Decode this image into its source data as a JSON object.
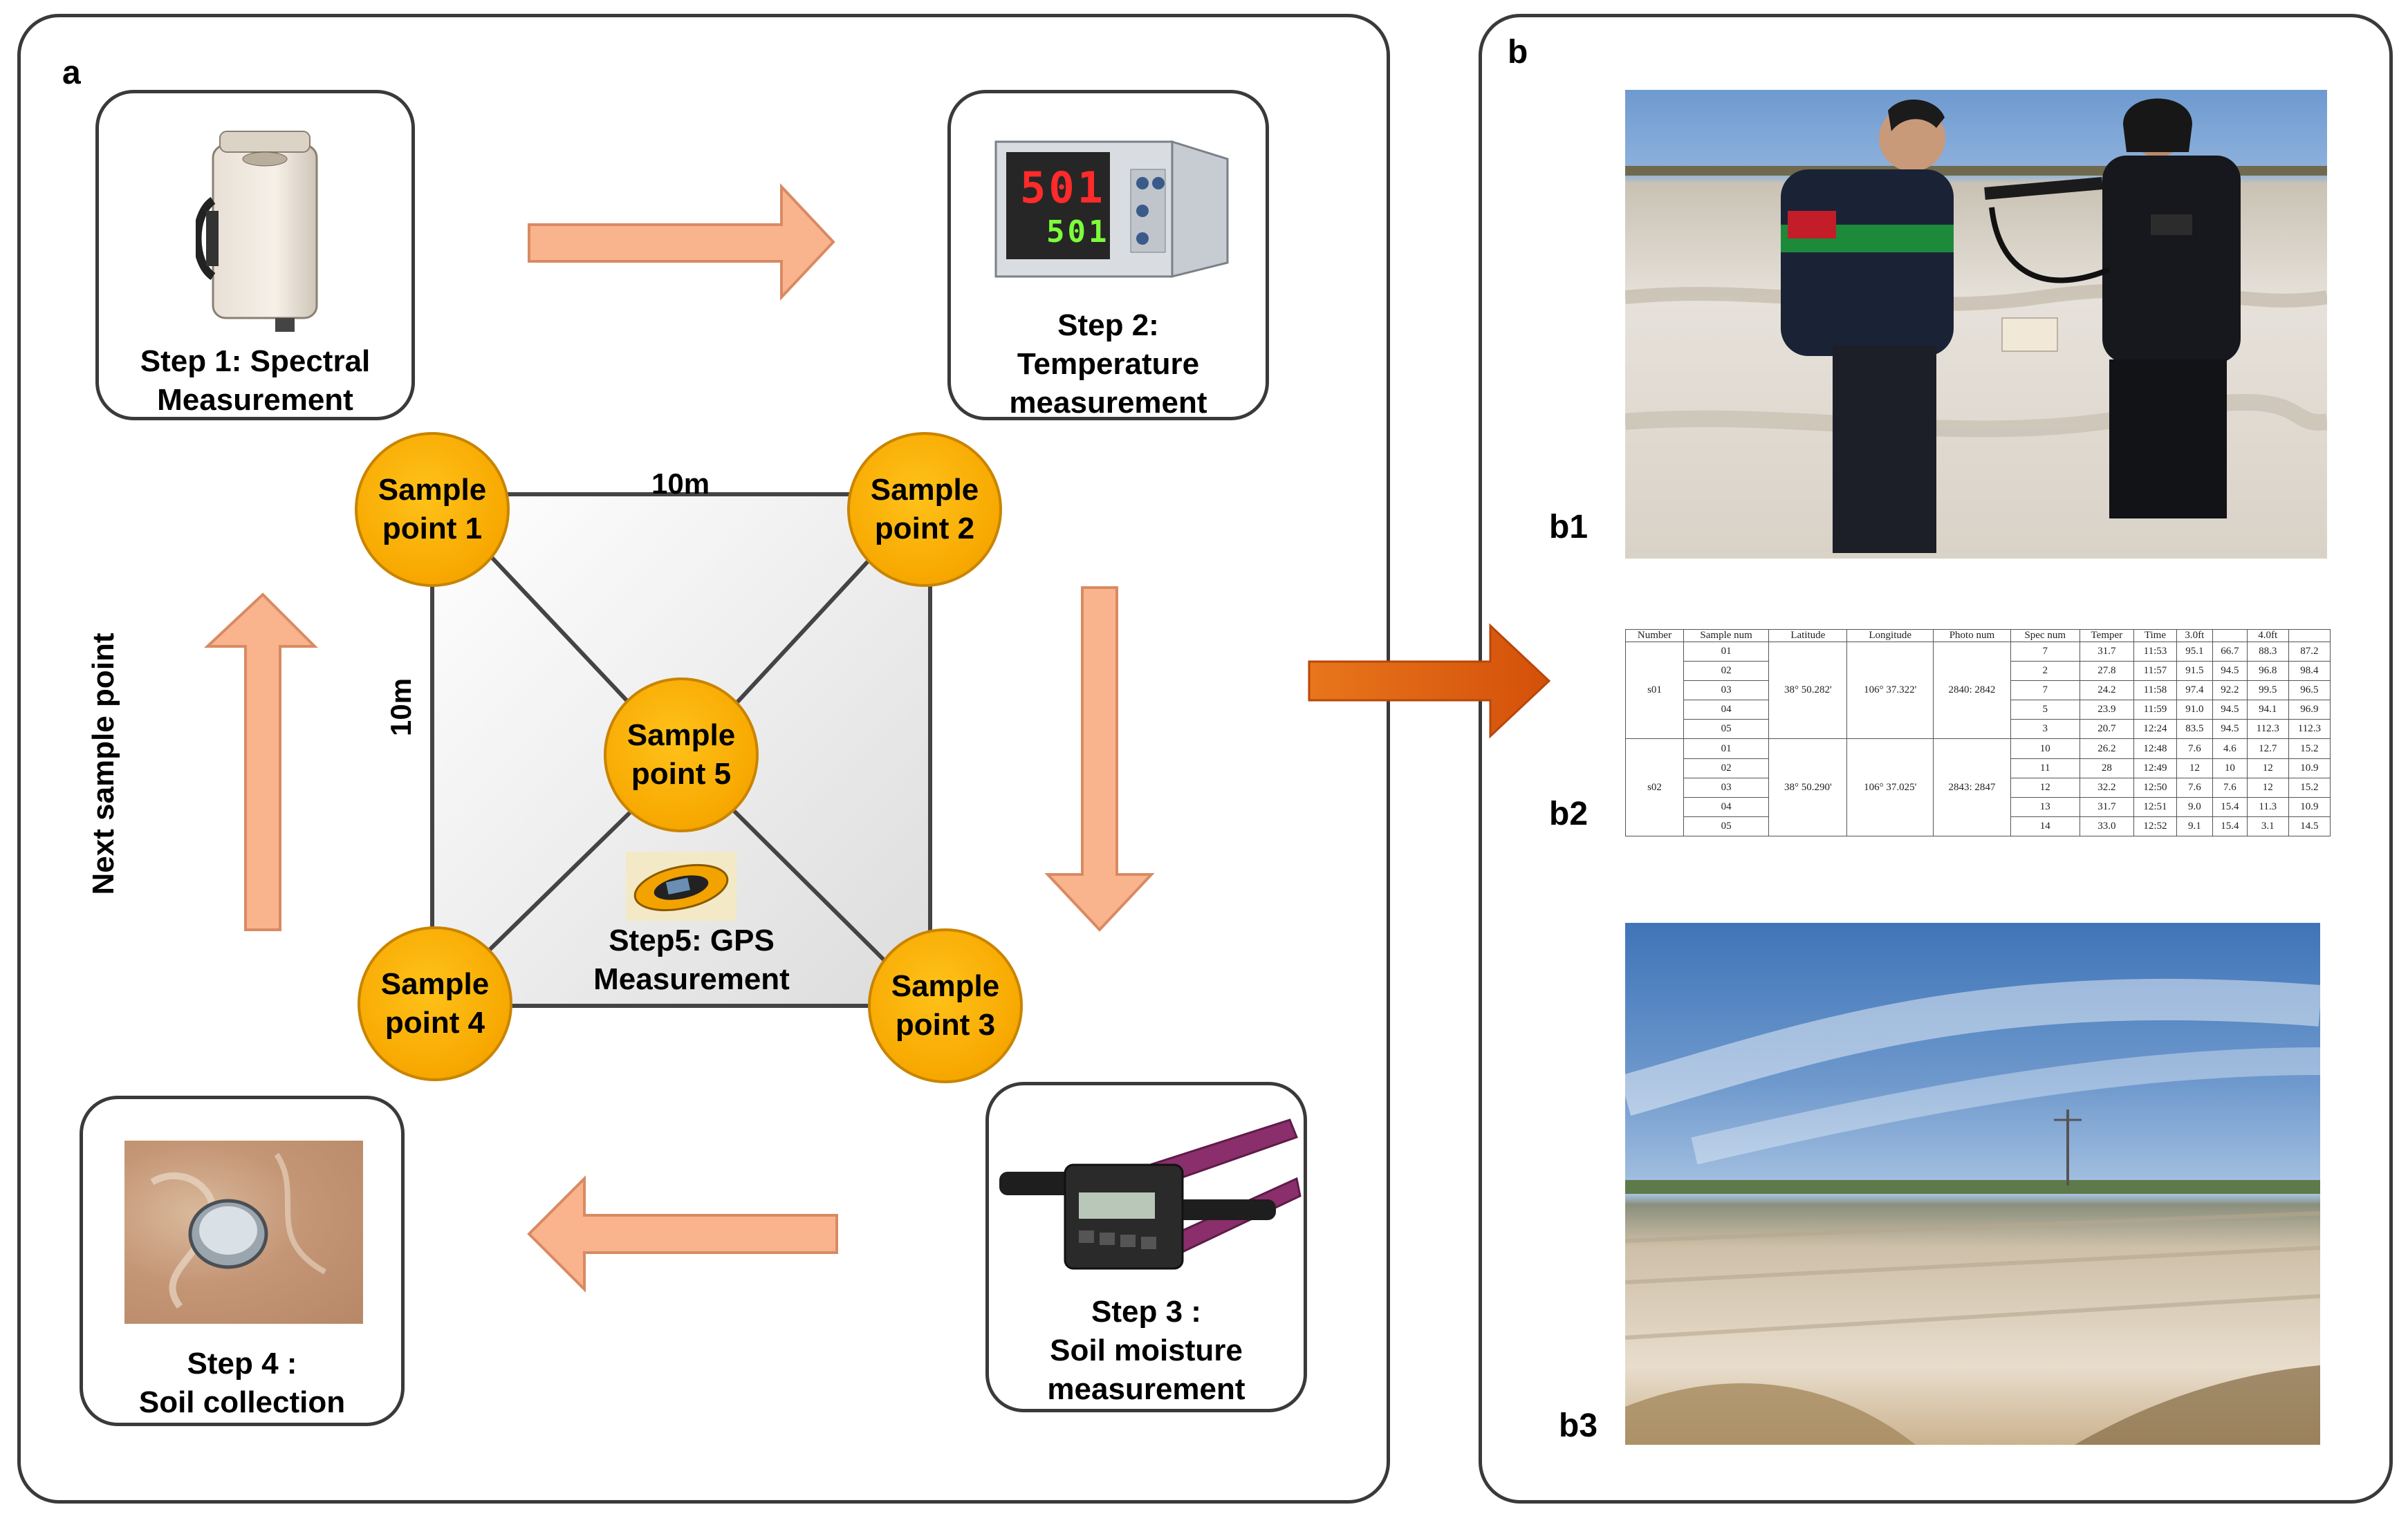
{
  "panel_a": {
    "letter": "a",
    "steps": {
      "step1": {
        "line1": "Step 1:  Spectral",
        "line2": "Measurement"
      },
      "step2": {
        "line1": "Step 2:",
        "line2": "Temperature",
        "line3": "measurement",
        "display_top": "501",
        "display_bottom": "501"
      },
      "step3": {
        "line1": "Step 3 :",
        "line2": "Soil moisture",
        "line3": "measurement"
      },
      "step4": {
        "line1": "Step 4 :",
        "line2": "Soil collection"
      },
      "step5": {
        "line1": "Step5:  GPS",
        "line2": "Measurement"
      }
    },
    "sample_points": [
      {
        "line1": "Sample",
        "line2": "point 1"
      },
      {
        "line1": "Sample",
        "line2": "point 2"
      },
      {
        "line1": "Sample",
        "line2": "point 3"
      },
      {
        "line1": "Sample",
        "line2": "point 4"
      },
      {
        "line1": "Sample",
        "line2": "point 5"
      }
    ],
    "distance_horizontal": "10m",
    "distance_vertical": "10m",
    "next_sample": "Next sample point",
    "colors": {
      "arrow": "#f9b48e",
      "arrow_stroke": "#d98a62",
      "circle": "#f7a800",
      "flow_arrow": "#e5620c"
    }
  },
  "panel_b": {
    "letter": "b",
    "labels": {
      "b1": "b1",
      "b2": "b2",
      "b3": "b3"
    },
    "table": {
      "headers": [
        "Number",
        "Sample num",
        "Latitude",
        "Longitude",
        "Photo num",
        "Spec num",
        "Temper",
        "Time",
        "3.0ft",
        "",
        "4.0ft",
        ""
      ],
      "groups": [
        {
          "number": "s01",
          "lat": "38° 50.282'",
          "lon": "106° 37.322'",
          "photo": "2840: 2842",
          "rows": [
            [
              "01",
              "7",
              "31.7",
              "11:53",
              "95.1",
              "66.7",
              "88.3",
              "87.2"
            ],
            [
              "02",
              "2",
              "27.8",
              "11:57",
              "91.5",
              "94.5",
              "96.8",
              "98.4"
            ],
            [
              "03",
              "7",
              "24.2",
              "11:58",
              "97.4",
              "92.2",
              "99.5",
              "96.5"
            ],
            [
              "04",
              "5",
              "23.9",
              "11:59",
              "91.0",
              "94.5",
              "94.1",
              "96.9"
            ],
            [
              "05",
              "3",
              "20.7",
              "12:24",
              "83.5",
              "94.5",
              "112.3",
              "112.3"
            ]
          ]
        },
        {
          "number": "s02",
          "lat": "38° 50.290'",
          "lon": "106° 37.025'",
          "photo": "2843: 2847",
          "rows": [
            [
              "01",
              "10",
              "26.2",
              "12:48",
              "7.6",
              "4.6",
              "12.7",
              "15.2"
            ],
            [
              "02",
              "11",
              "28",
              "12:49",
              "12",
              "10",
              "12",
              "10.9"
            ],
            [
              "03",
              "12",
              "32.2",
              "12:50",
              "7.6",
              "7.6",
              "12",
              "15.2"
            ],
            [
              "04",
              "13",
              "31.7",
              "12:51",
              "9.0",
              "15.4",
              "11.3",
              "10.9"
            ],
            [
              "05",
              "14",
              "33.0",
              "12:52",
              "9.1",
              "15.4",
              "3.1",
              "14.5"
            ]
          ]
        }
      ]
    }
  }
}
